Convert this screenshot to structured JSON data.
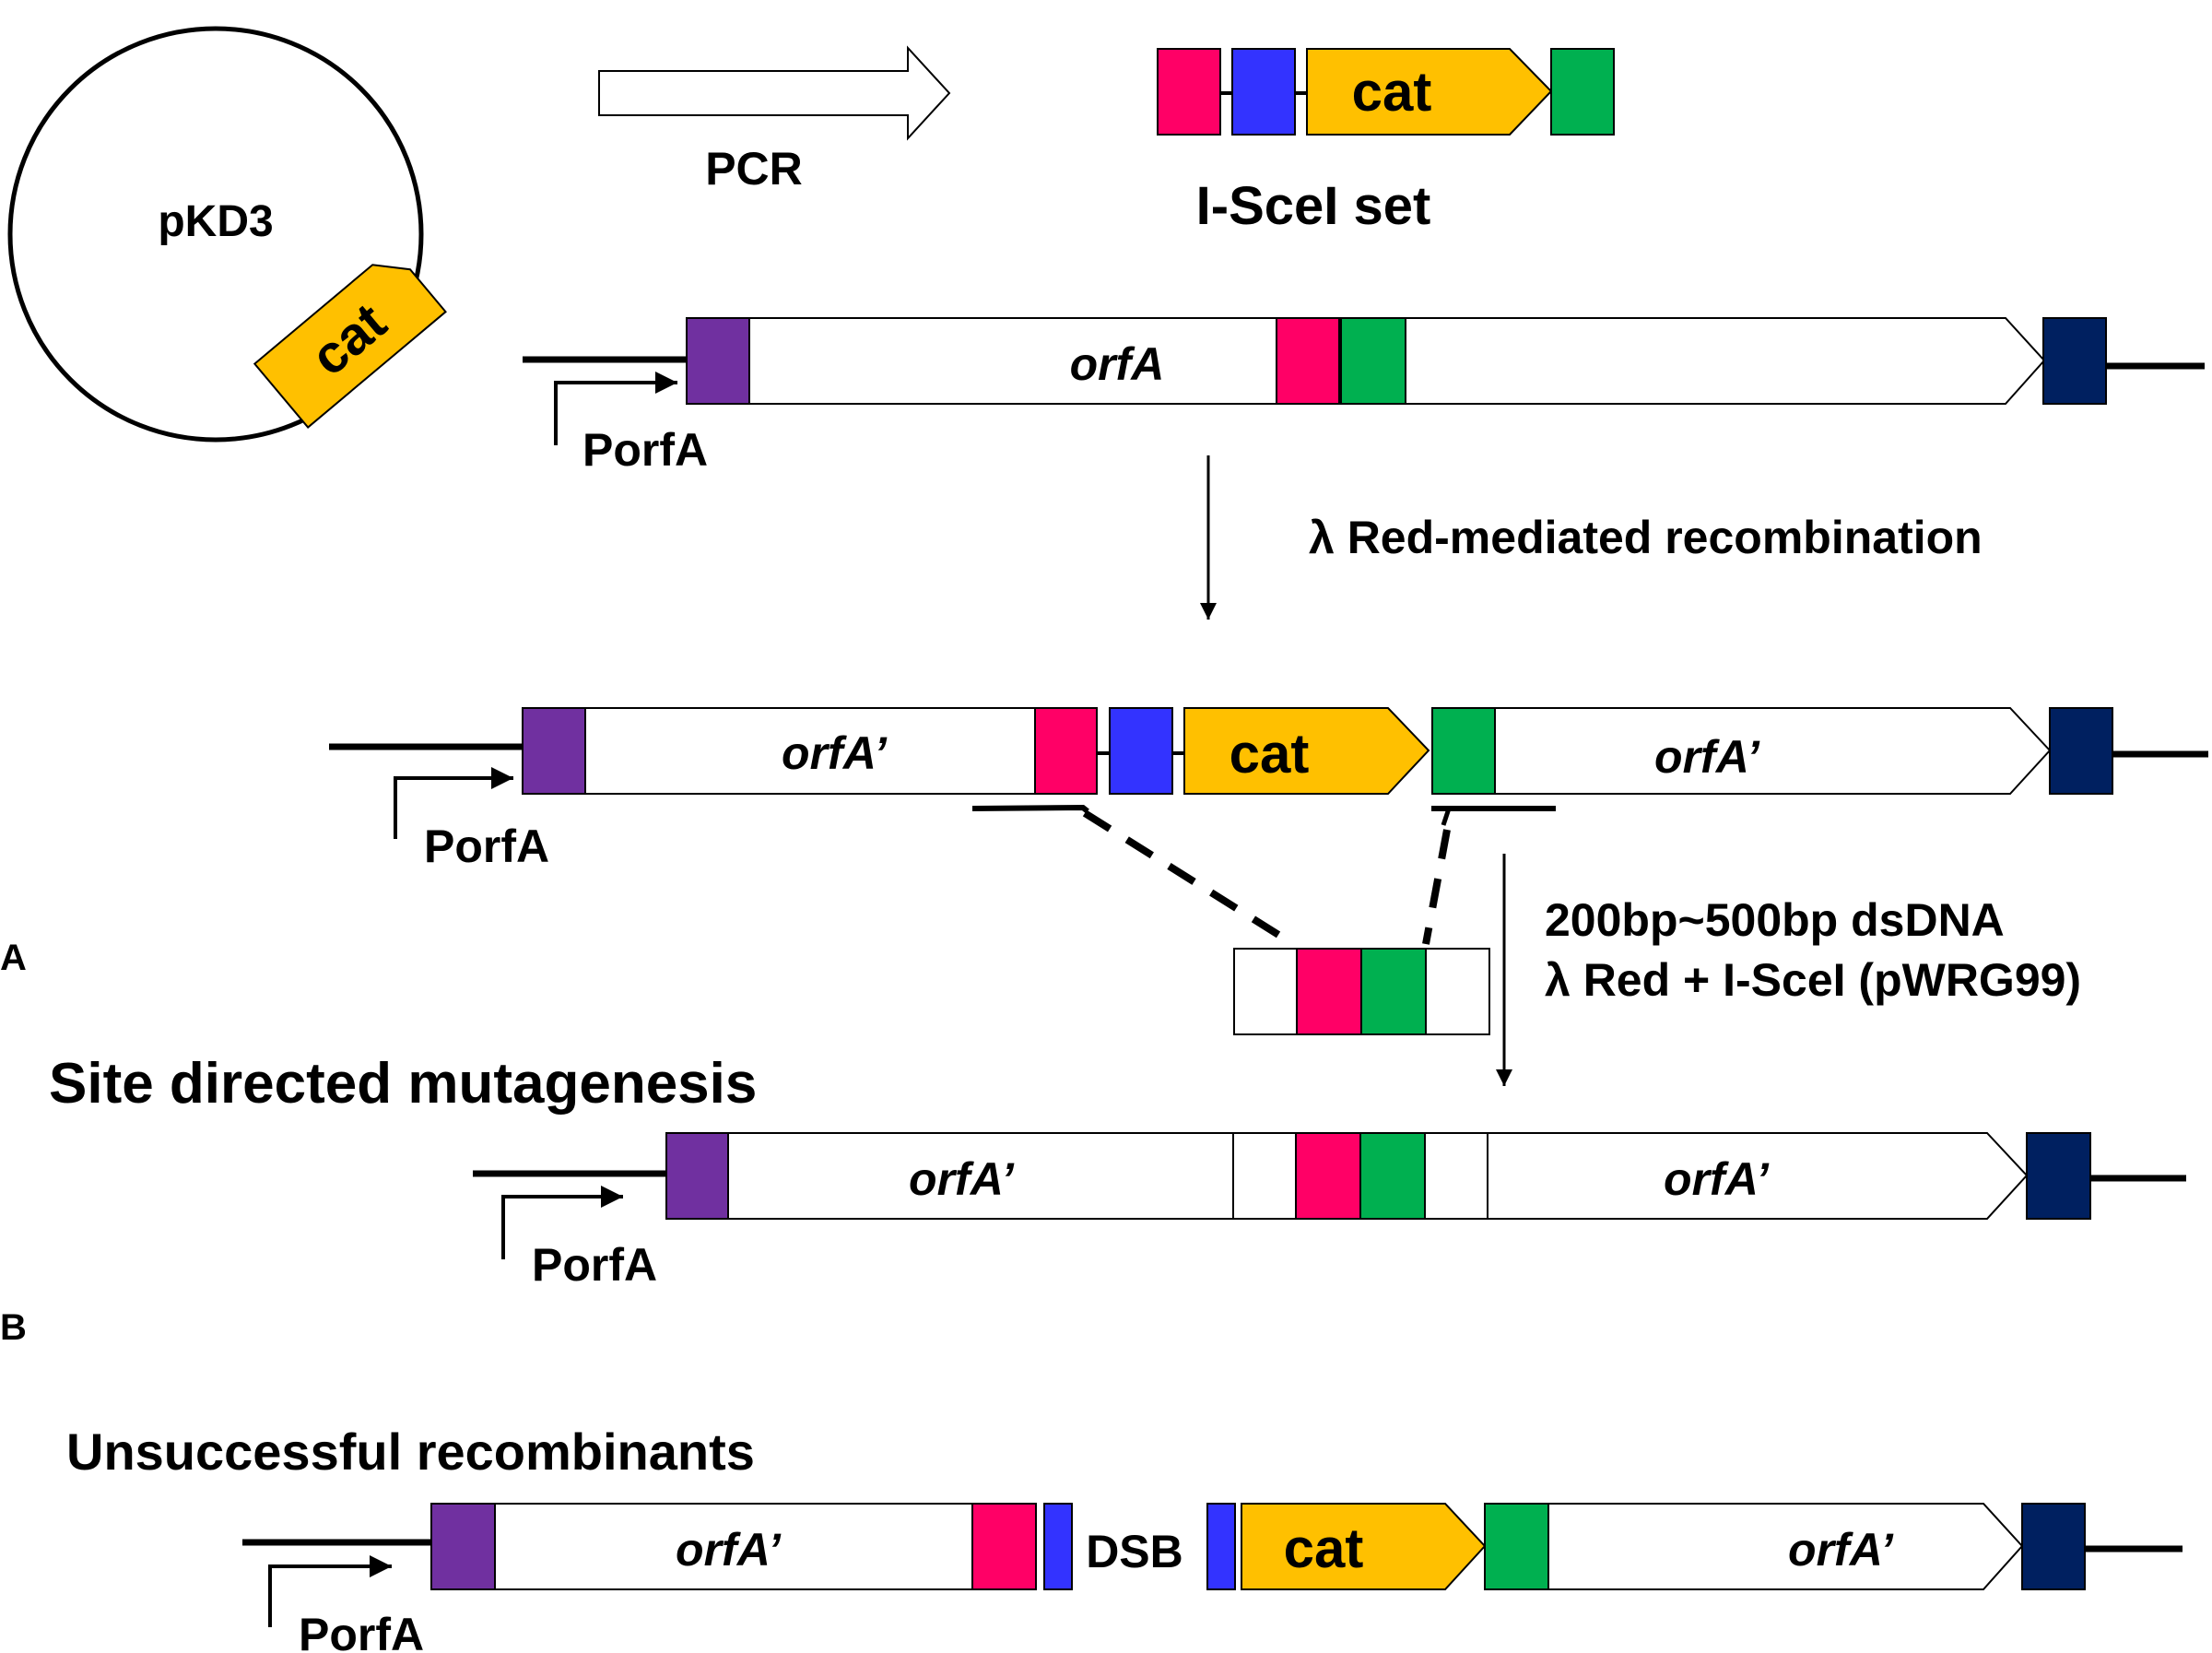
{
  "colors": {
    "magenta": "#ff0066",
    "blue": "#3333ff",
    "green": "#00b050",
    "cat_yellow": "#ffc000",
    "purple": "#7030a0",
    "navy": "#002060",
    "line": "#000000",
    "white": "#ffffff"
  },
  "texts": {
    "plasmid_name": "pKD3",
    "plasmid_gene": "cat",
    "pcr_label": "PCR",
    "set_label": "I-SceI set",
    "set_cat": "cat",
    "gene_orfA": "orfA",
    "promoter1": "PorfA",
    "recomb_label": "λ Red-mediated recombination",
    "row2_orf_left": "orfA’",
    "row2_cat": "cat",
    "row2_orf_right": "orfA’",
    "promoter2": "PorfA",
    "panel_a": "A",
    "dsdna_label": "200bp~500bp dsDNA",
    "red_scel_label": "λ Red + I-SceI (pWRG99)",
    "sdm_title": "Site directed mutagenesis",
    "row3_orf_left": "orfA’",
    "row3_orf_right": "orfA’",
    "promoter3": "PorfA",
    "panel_b": "B",
    "unsuccessful_title": "Unsuccessful recombinants",
    "row4_orf_left": "orfA’",
    "dsb_label": "DSB",
    "row4_cat": "cat",
    "row4_orf_right": "orfA’",
    "promoter4": "PorfA"
  }
}
